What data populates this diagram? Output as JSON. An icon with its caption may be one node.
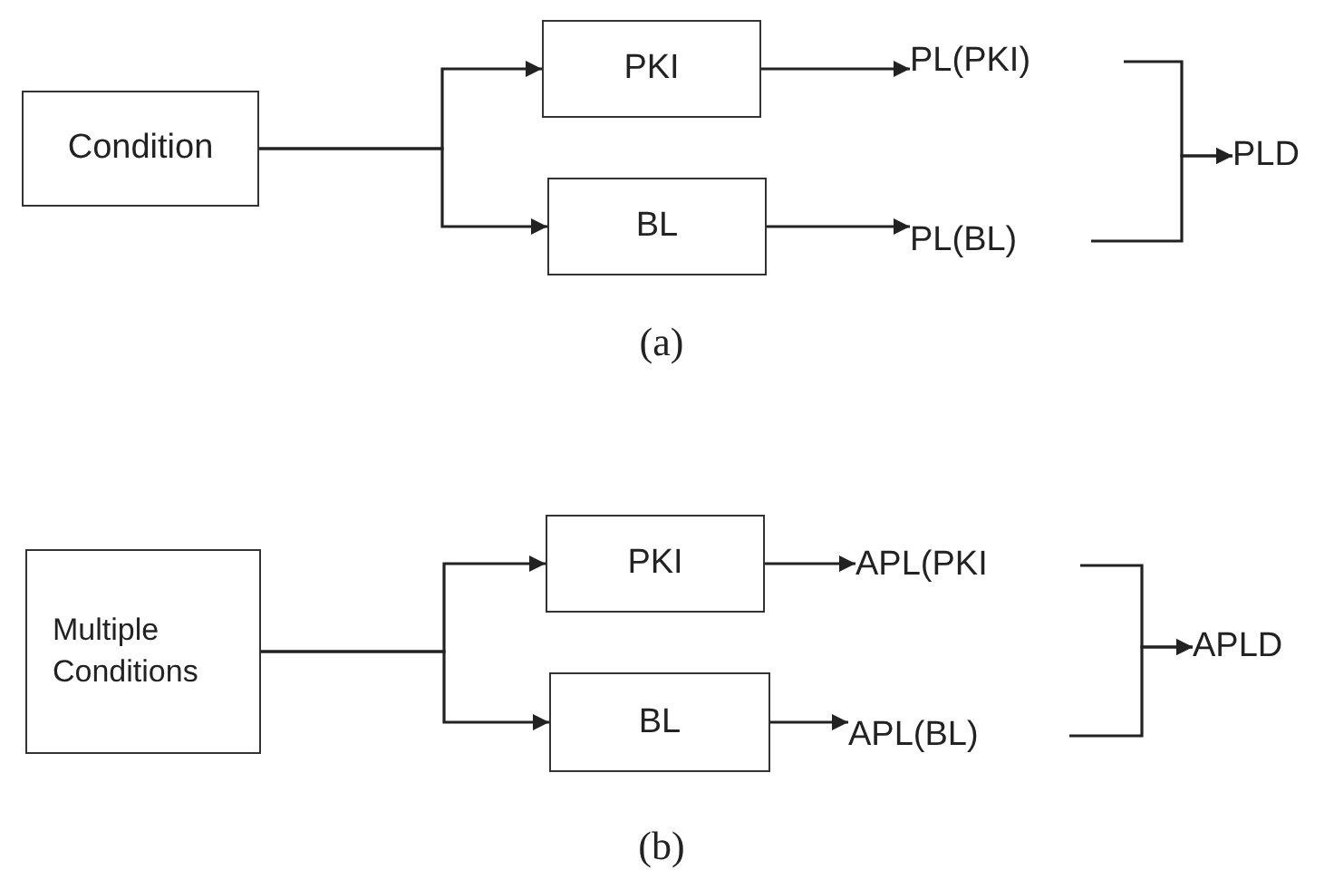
{
  "diagram": {
    "nodes": [
      {
        "text": [
          "Condition"
        ]
      },
      {
        "text": [
          "PKI"
        ]
      },
      {
        "text": [
          "BL"
        ]
      },
      {
        "text": [
          "PL(PKI)"
        ]
      },
      {
        "text": [
          "PL(BL)"
        ]
      },
      {
        "text": [
          "PLD"
        ]
      },
      {
        "text": [
          "Multiple Conditions"
        ]
      },
      {
        "text": [
          "PKI"
        ]
      },
      {
        "text": [
          "BL"
        ]
      },
      {
        "text": [
          "APL(PKI"
        ]
      },
      {
        "text": [
          "APL(BL)"
        ]
      },
      {
        "text": [
          "APLD"
        ]
      }
    ],
    "edges": [
      {
        "from": 0,
        "to": 1,
        "arrow": "to"
      },
      {
        "from": 0,
        "to": 2,
        "arrow": "to"
      },
      {
        "from": 1,
        "to": 3,
        "arrow": "to"
      },
      {
        "from": 2,
        "to": 4,
        "arrow": "to"
      },
      {
        "from": 3,
        "to": 5,
        "arrow": "to"
      },
      {
        "from": 4,
        "to": 5,
        "arrow": "to"
      },
      {
        "from": 6,
        "to": 7,
        "arrow": "to"
      },
      {
        "from": 6,
        "to": 8,
        "arrow": "to"
      },
      {
        "from": 7,
        "to": 9,
        "arrow": "to"
      },
      {
        "from": 8,
        "to": 10,
        "arrow": "to"
      },
      {
        "from": 9,
        "to": 11,
        "arrow": "to"
      },
      {
        "from": 10,
        "to": 11,
        "arrow": "to"
      }
    ],
    "labels": [
      "(a)",
      "(b)"
    ]
  }
}
